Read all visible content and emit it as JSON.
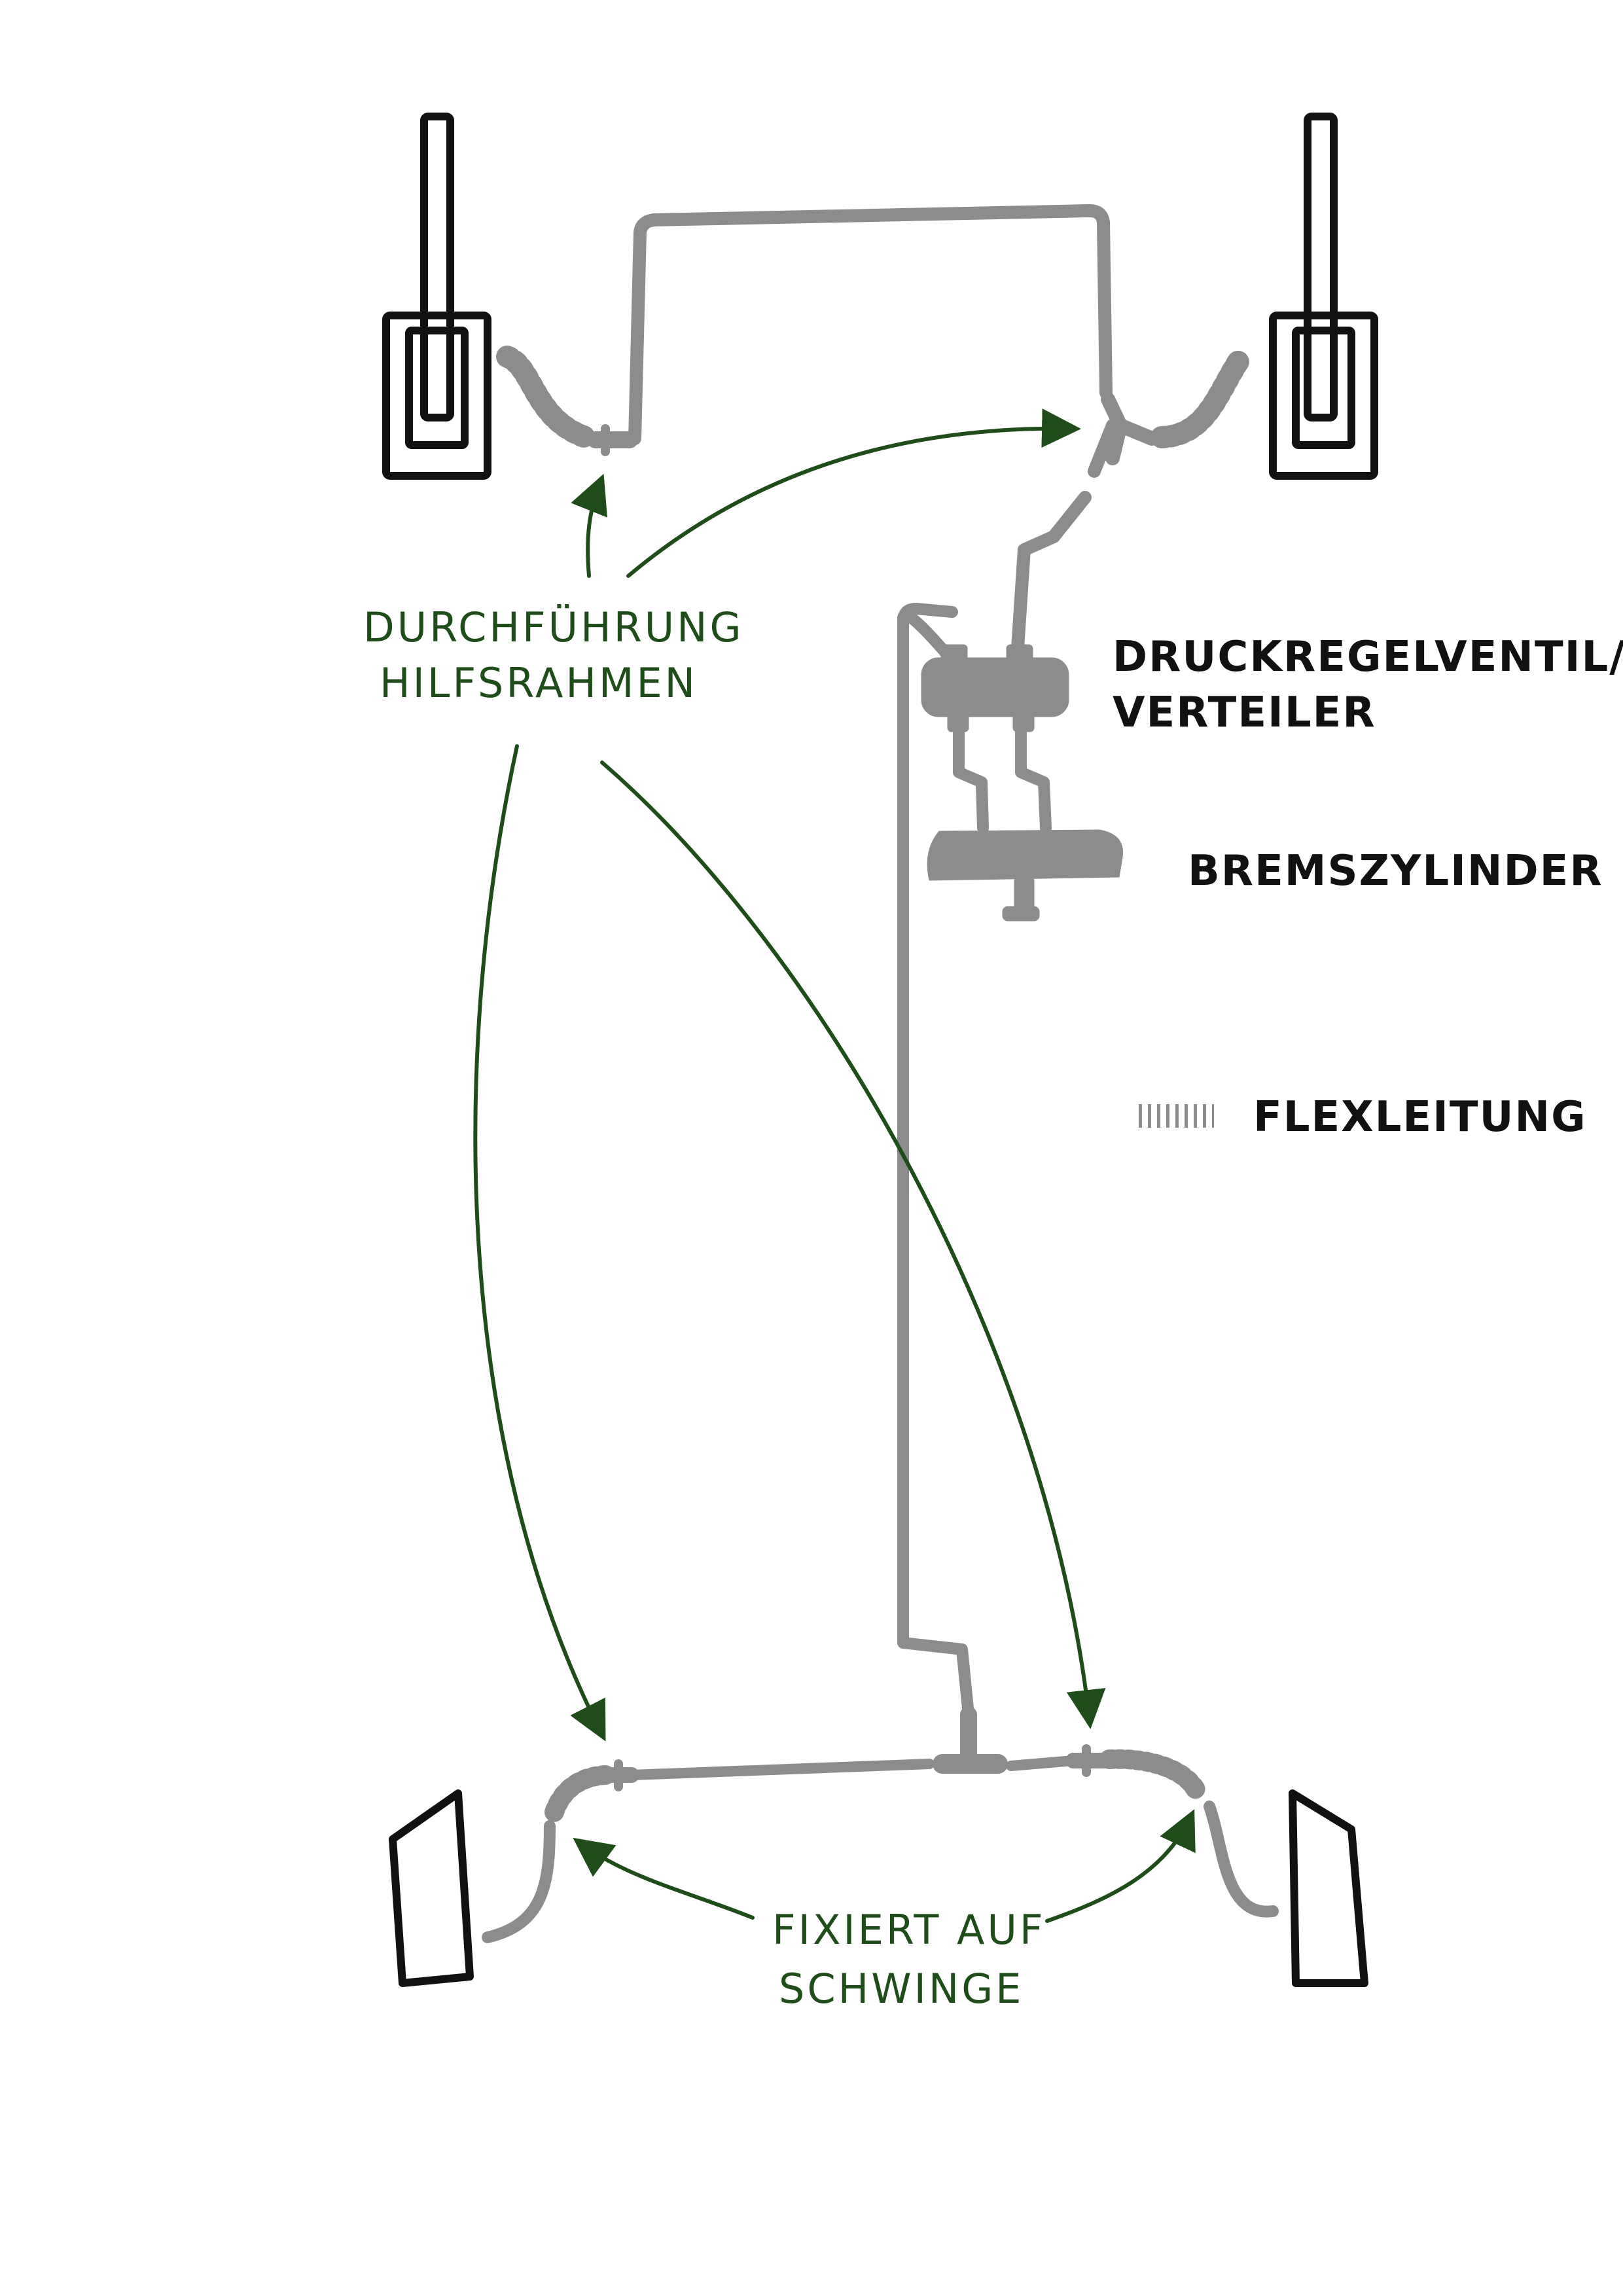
{
  "colors": {
    "pipe": "#8c8c8c",
    "annotation": "#1f4d1a",
    "outline": "#111111",
    "background": "#ffffff"
  },
  "labels": {
    "valve_line1": "DRUCKREGELVENTIL/",
    "valve_line2": "VERTEILER",
    "brake_cylinder": "BREMSZYLINDER",
    "flex_line": "FLEXLEITUNG",
    "subframe_line1": "DURCHFÜHRUNG",
    "subframe_line2": "HILFSRAHMEN",
    "swingarm_line1": "FIXIERT AUF",
    "swingarm_line2": "SCHWINGE"
  }
}
